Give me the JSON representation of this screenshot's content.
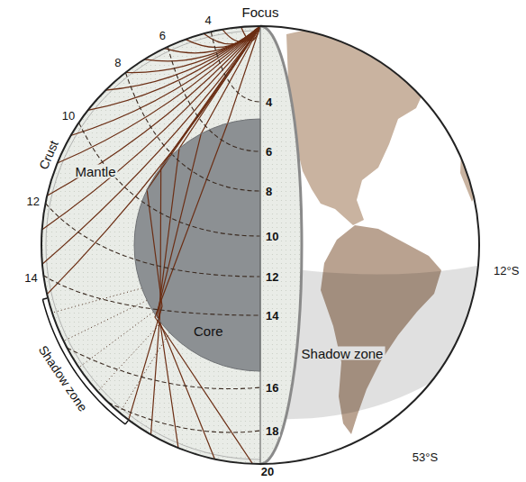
{
  "diagram": {
    "nodes": [
      {
        "text": [
          "Core"
        ]
      }
    ],
    "labels": [
      "Focus",
      "4",
      "6",
      "8",
      "10",
      "12",
      "14",
      "Crust",
      "Mantle",
      "4",
      "6",
      "8",
      "10",
      "12",
      "14",
      "16",
      "18",
      "20",
      "Shadow zone",
      "Shadow zone",
      "12°S",
      "53°S"
    ]
  }
}
